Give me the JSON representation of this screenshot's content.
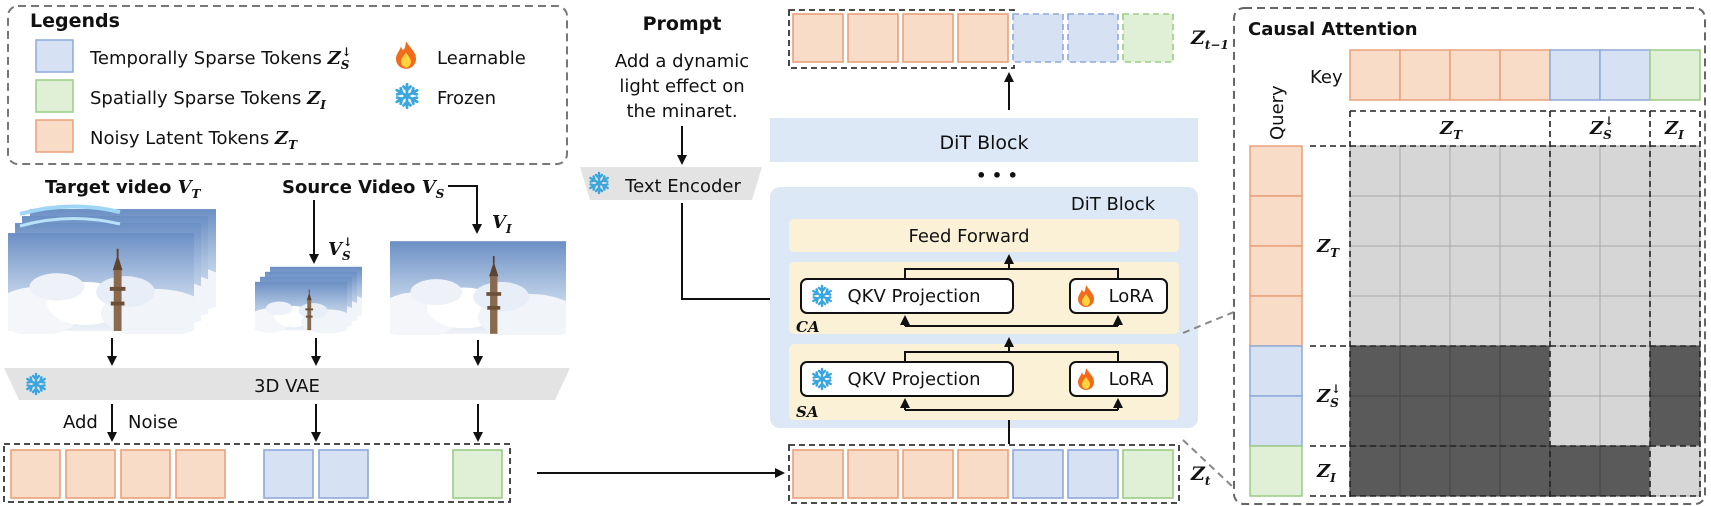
{
  "legend": {
    "title": "Legends",
    "temporal": {
      "text": "Temporally Sparse Tokens ",
      "sym": "Z",
      "sub": "S",
      "sup": "↓"
    },
    "spatial": {
      "text": "Spatially Sparse Tokens ",
      "sym": "Z",
      "sub": "I"
    },
    "noisy": {
      "text": "Noisy Latent Tokens ",
      "sym": "Z",
      "sub": "T"
    },
    "learnable": "Learnable",
    "frozen": "Frozen"
  },
  "inputs": {
    "target_label": "Target video ",
    "target_sym": "V",
    "target_sub": "T",
    "source_label": "Source Video ",
    "source_sym": "V",
    "source_sub": "S",
    "vs_down_sym": "V",
    "vs_down_sub": "S",
    "vs_down_sup": "↓",
    "vi_sym": "V",
    "vi_sub": "I"
  },
  "vae": {
    "label": "3D VAE"
  },
  "noise": {
    "add": "Add",
    "noise": "Noise"
  },
  "prompt": {
    "title": "Prompt",
    "lines": [
      "Add a dynamic",
      "light effect on",
      "the minaret."
    ],
    "encoder": "Text Encoder"
  },
  "dit": {
    "top_block": "DiT Block",
    "dots": "• • •",
    "block": "DiT Block",
    "feed_forward": "Feed Forward",
    "qkv": "QKV Projection",
    "lora": "LoRA",
    "ca": "CA",
    "sa": "SA",
    "zt_sym": "Z",
    "zt_sub": "t",
    "zt1_sym": "Z",
    "zt1_sub": "t−1"
  },
  "attention": {
    "title": "Causal Attention",
    "key": "Key",
    "query": "Query",
    "col_labels": [
      {
        "sym": "Z",
        "sub": "T",
        "sup": ""
      },
      {
        "sym": "Z",
        "sub": "S",
        "sup": "↓"
      },
      {
        "sym": "Z",
        "sub": "I",
        "sup": ""
      }
    ],
    "row_labels": [
      {
        "sym": "Z",
        "sub": "T",
        "sup": ""
      },
      {
        "sym": "Z",
        "sub": "S",
        "sup": "↓"
      },
      {
        "sym": "Z",
        "sub": "I",
        "sup": ""
      }
    ],
    "mask": [
      [
        0,
        0,
        0,
        0,
        0,
        0,
        0
      ],
      [
        0,
        0,
        0,
        0,
        0,
        0,
        0
      ],
      [
        0,
        0,
        0,
        0,
        0,
        0,
        0
      ],
      [
        0,
        0,
        0,
        0,
        0,
        0,
        0
      ],
      [
        1,
        1,
        1,
        1,
        0,
        0,
        1
      ],
      [
        1,
        1,
        1,
        1,
        0,
        0,
        1
      ],
      [
        1,
        1,
        1,
        1,
        1,
        1,
        0
      ]
    ],
    "key_tokens": [
      "noisy",
      "noisy",
      "noisy",
      "noisy",
      "temporal",
      "temporal",
      "spatial"
    ],
    "query_tokens": [
      "noisy",
      "noisy",
      "noisy",
      "noisy",
      "temporal",
      "temporal",
      "spatial"
    ]
  },
  "colors": {
    "noisy_fill": "#f9dcc8",
    "noisy_stroke": "#e8a27a",
    "temporal_fill": "#d6e2f4",
    "temporal_stroke": "#8fa9d8",
    "spatial_fill": "#dff0d6",
    "spatial_stroke": "#9ccc86",
    "dit_bg": "#dce8f5",
    "block_fill": "#fbf1d6",
    "attn_light": "#d6d6d6",
    "attn_dark": "#5a5a5a"
  }
}
